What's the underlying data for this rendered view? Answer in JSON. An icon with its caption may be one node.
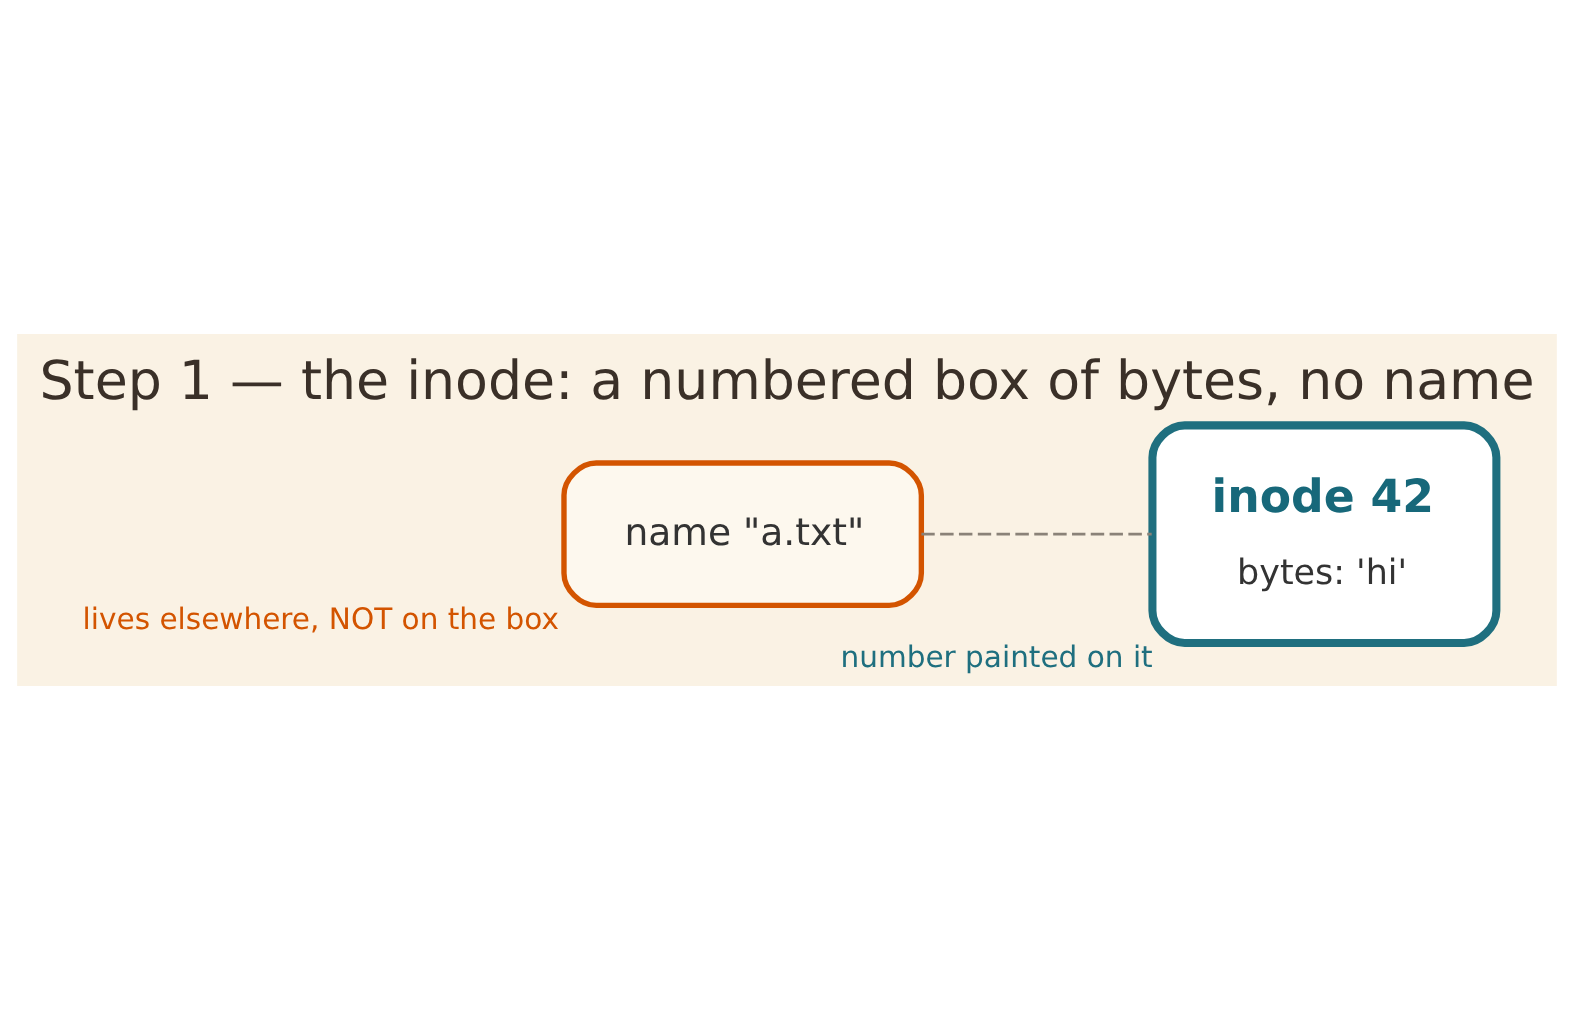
{
  "diagram": {
    "title": "Step 1 — the inode: a numbered box of bytes, no name",
    "nodes": [
      {
        "text": [
          "name \"a.txt\""
        ],
        "beside": [
          "lives elsewhere, NOT on the box"
        ]
      },
      {
        "text": [
          "inode 42",
          "bytes: 'hi'"
        ],
        "beside": [
          "number painted on it"
        ]
      }
    ],
    "edges": [
      {
        "from": 0,
        "to": 1,
        "arrow": "none",
        "style": "dashed"
      }
    ]
  }
}
